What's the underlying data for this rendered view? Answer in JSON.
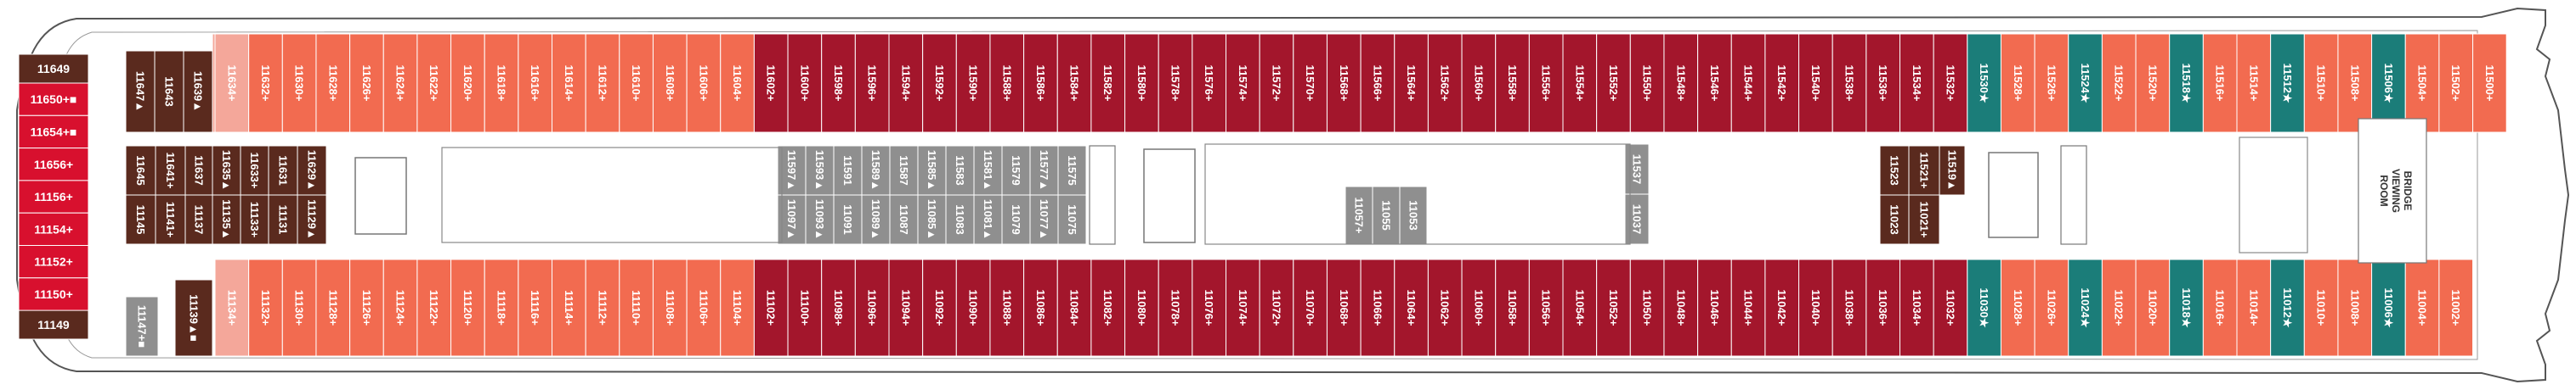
{
  "colors": {
    "salmon": "#f26b50",
    "light_salmon": "#f4a79a",
    "crimson": "#a3162c",
    "teal": "#1b7d79",
    "brown": "#5a2a1e",
    "gray": "#8f8f8f",
    "red": "#d8102e"
  },
  "bridge_label": [
    "BRIDGE",
    "VIEWING",
    "ROOM"
  ],
  "forward_cabins": {
    "top": "11649",
    "bottom": "11149",
    "red": [
      "11650+■",
      "11654+■",
      "11656+",
      "11156+",
      "11154+",
      "11152+",
      "11150+"
    ]
  },
  "top_row_numbers": [
    "11634+",
    "11632+",
    "11630+",
    "11628+",
    "11626+",
    "11624+",
    "11622+",
    "11620+",
    "11618+",
    "11616+",
    "11614+",
    "11612+",
    "11610+",
    "11608+",
    "11606+",
    "11604+",
    "11602+",
    "11600+",
    "11598+",
    "11596+",
    "11594+",
    "11592+",
    "11590+",
    "11588+",
    "11586+",
    "11584+",
    "11582+",
    "11580+",
    "11578+",
    "11576+",
    "11574+",
    "11572+",
    "11570+",
    "11568+",
    "11566+",
    "11564+",
    "11562+",
    "11560+",
    "11558+",
    "11556+",
    "11554+",
    "11552+",
    "11550+",
    "11548+",
    "11546+",
    "11544+",
    "11542+",
    "11540+",
    "11538+",
    "11536+",
    "11534+",
    "11532+",
    "11530★",
    "11528+",
    "11526+",
    "11524★",
    "11522+",
    "11520+",
    "11518★",
    "11516+",
    "11514+",
    "11512★",
    "11510+",
    "11508+",
    "11506★",
    "11504+",
    "11502+",
    "11500+"
  ],
  "top_row_colors": [
    "L",
    "S",
    "S",
    "S",
    "S",
    "S",
    "S",
    "S",
    "S",
    "S",
    "S",
    "S",
    "S",
    "S",
    "S",
    "S",
    "C",
    "C",
    "C",
    "C",
    "C",
    "C",
    "C",
    "C",
    "C",
    "C",
    "C",
    "C",
    "C",
    "C",
    "C",
    "C",
    "C",
    "C",
    "C",
    "C",
    "C",
    "C",
    "C",
    "C",
    "C",
    "C",
    "C",
    "C",
    "C",
    "C",
    "C",
    "C",
    "C",
    "C",
    "C",
    "C",
    "T",
    "S",
    "S",
    "T",
    "S",
    "S",
    "T",
    "S",
    "S",
    "T",
    "S",
    "S",
    "T",
    "S",
    "S",
    "S"
  ],
  "bottom_row_numbers": [
    "11134+",
    "11132+",
    "11130+",
    "11128+",
    "11126+",
    "11124+",
    "11122+",
    "11120+",
    "11118+",
    "11116+",
    "11114+",
    "11112+",
    "11110+",
    "11108+",
    "11106+",
    "11104+",
    "11102+",
    "11100+",
    "11098+",
    "11096+",
    "11094+",
    "11092+",
    "11090+",
    "11088+",
    "11086+",
    "11084+",
    "11082+",
    "11080+",
    "11078+",
    "11076+",
    "11074+",
    "11072+",
    "11070+",
    "11068+",
    "11066+",
    "11064+",
    "11062+",
    "11060+",
    "11058+",
    "11056+",
    "11054+",
    "11052+",
    "11050+",
    "11048+",
    "11046+",
    "11044+",
    "11042+",
    "11040+",
    "11038+",
    "11036+",
    "11034+",
    "11032+",
    "11030★",
    "11028+",
    "11026+",
    "11024★",
    "11022+",
    "11020+",
    "11018★",
    "11016+",
    "11014+",
    "11012★",
    "11010+",
    "11008+",
    "11006★",
    "11004+",
    "11002+"
  ],
  "bottom_row_colors": [
    "L",
    "S",
    "S",
    "S",
    "S",
    "S",
    "S",
    "S",
    "S",
    "S",
    "S",
    "S",
    "S",
    "S",
    "S",
    "S",
    "C",
    "C",
    "C",
    "C",
    "C",
    "C",
    "C",
    "C",
    "C",
    "C",
    "C",
    "C",
    "C",
    "C",
    "C",
    "C",
    "C",
    "C",
    "C",
    "C",
    "C",
    "C",
    "C",
    "C",
    "C",
    "C",
    "C",
    "C",
    "C",
    "C",
    "C",
    "C",
    "C",
    "C",
    "C",
    "C",
    "T",
    "S",
    "S",
    "T",
    "S",
    "S",
    "T",
    "S",
    "S",
    "T",
    "S",
    "S",
    "T",
    "S",
    "S"
  ],
  "fwd_brown_top": [
    "11647▲",
    "11643",
    "11639▲"
  ],
  "fwd_brown_bottom_left": "11147+■",
  "fwd_brown_bottom_right": "11139▲■",
  "mid_fwd_cols": [
    {
      "top": "11645",
      "bottom": "11145"
    },
    {
      "top": "11641+",
      "bottom": "11141+"
    },
    {
      "top": "11637",
      "bottom": "11137"
    },
    {
      "top": "11635▲",
      "bottom": "11135▲"
    },
    {
      "top": "11633+",
      "bottom": "11133+"
    },
    {
      "top": "11631",
      "bottom": "11131"
    },
    {
      "top": "11629▲",
      "bottom": "11129▲"
    }
  ],
  "mid_gray_top": [
    "11597▲",
    "11593▲",
    "11591",
    "11589▲",
    "11587",
    "11585▲",
    "11583",
    "11581▲",
    "11579",
    "11577▲",
    "11575"
  ],
  "mid_gray_bottom": [
    "11097▲",
    "11093▲",
    "11091",
    "11089▲",
    "11087",
    "11085▲",
    "11083",
    "11081▲",
    "11079",
    "11077▲",
    "11075"
  ],
  "mid_gray_single": [
    "11057+",
    "11055",
    "11053"
  ],
  "mid_aft_cols": [
    {
      "top": "11537",
      "bottom": "11037"
    },
    {
      "top": "11523",
      "bottom": "11023"
    }
  ],
  "mid_aft_pair": {
    "top": "11521+",
    "bottom": "11021+"
  },
  "mid_aft_top_small": "11519▲"
}
